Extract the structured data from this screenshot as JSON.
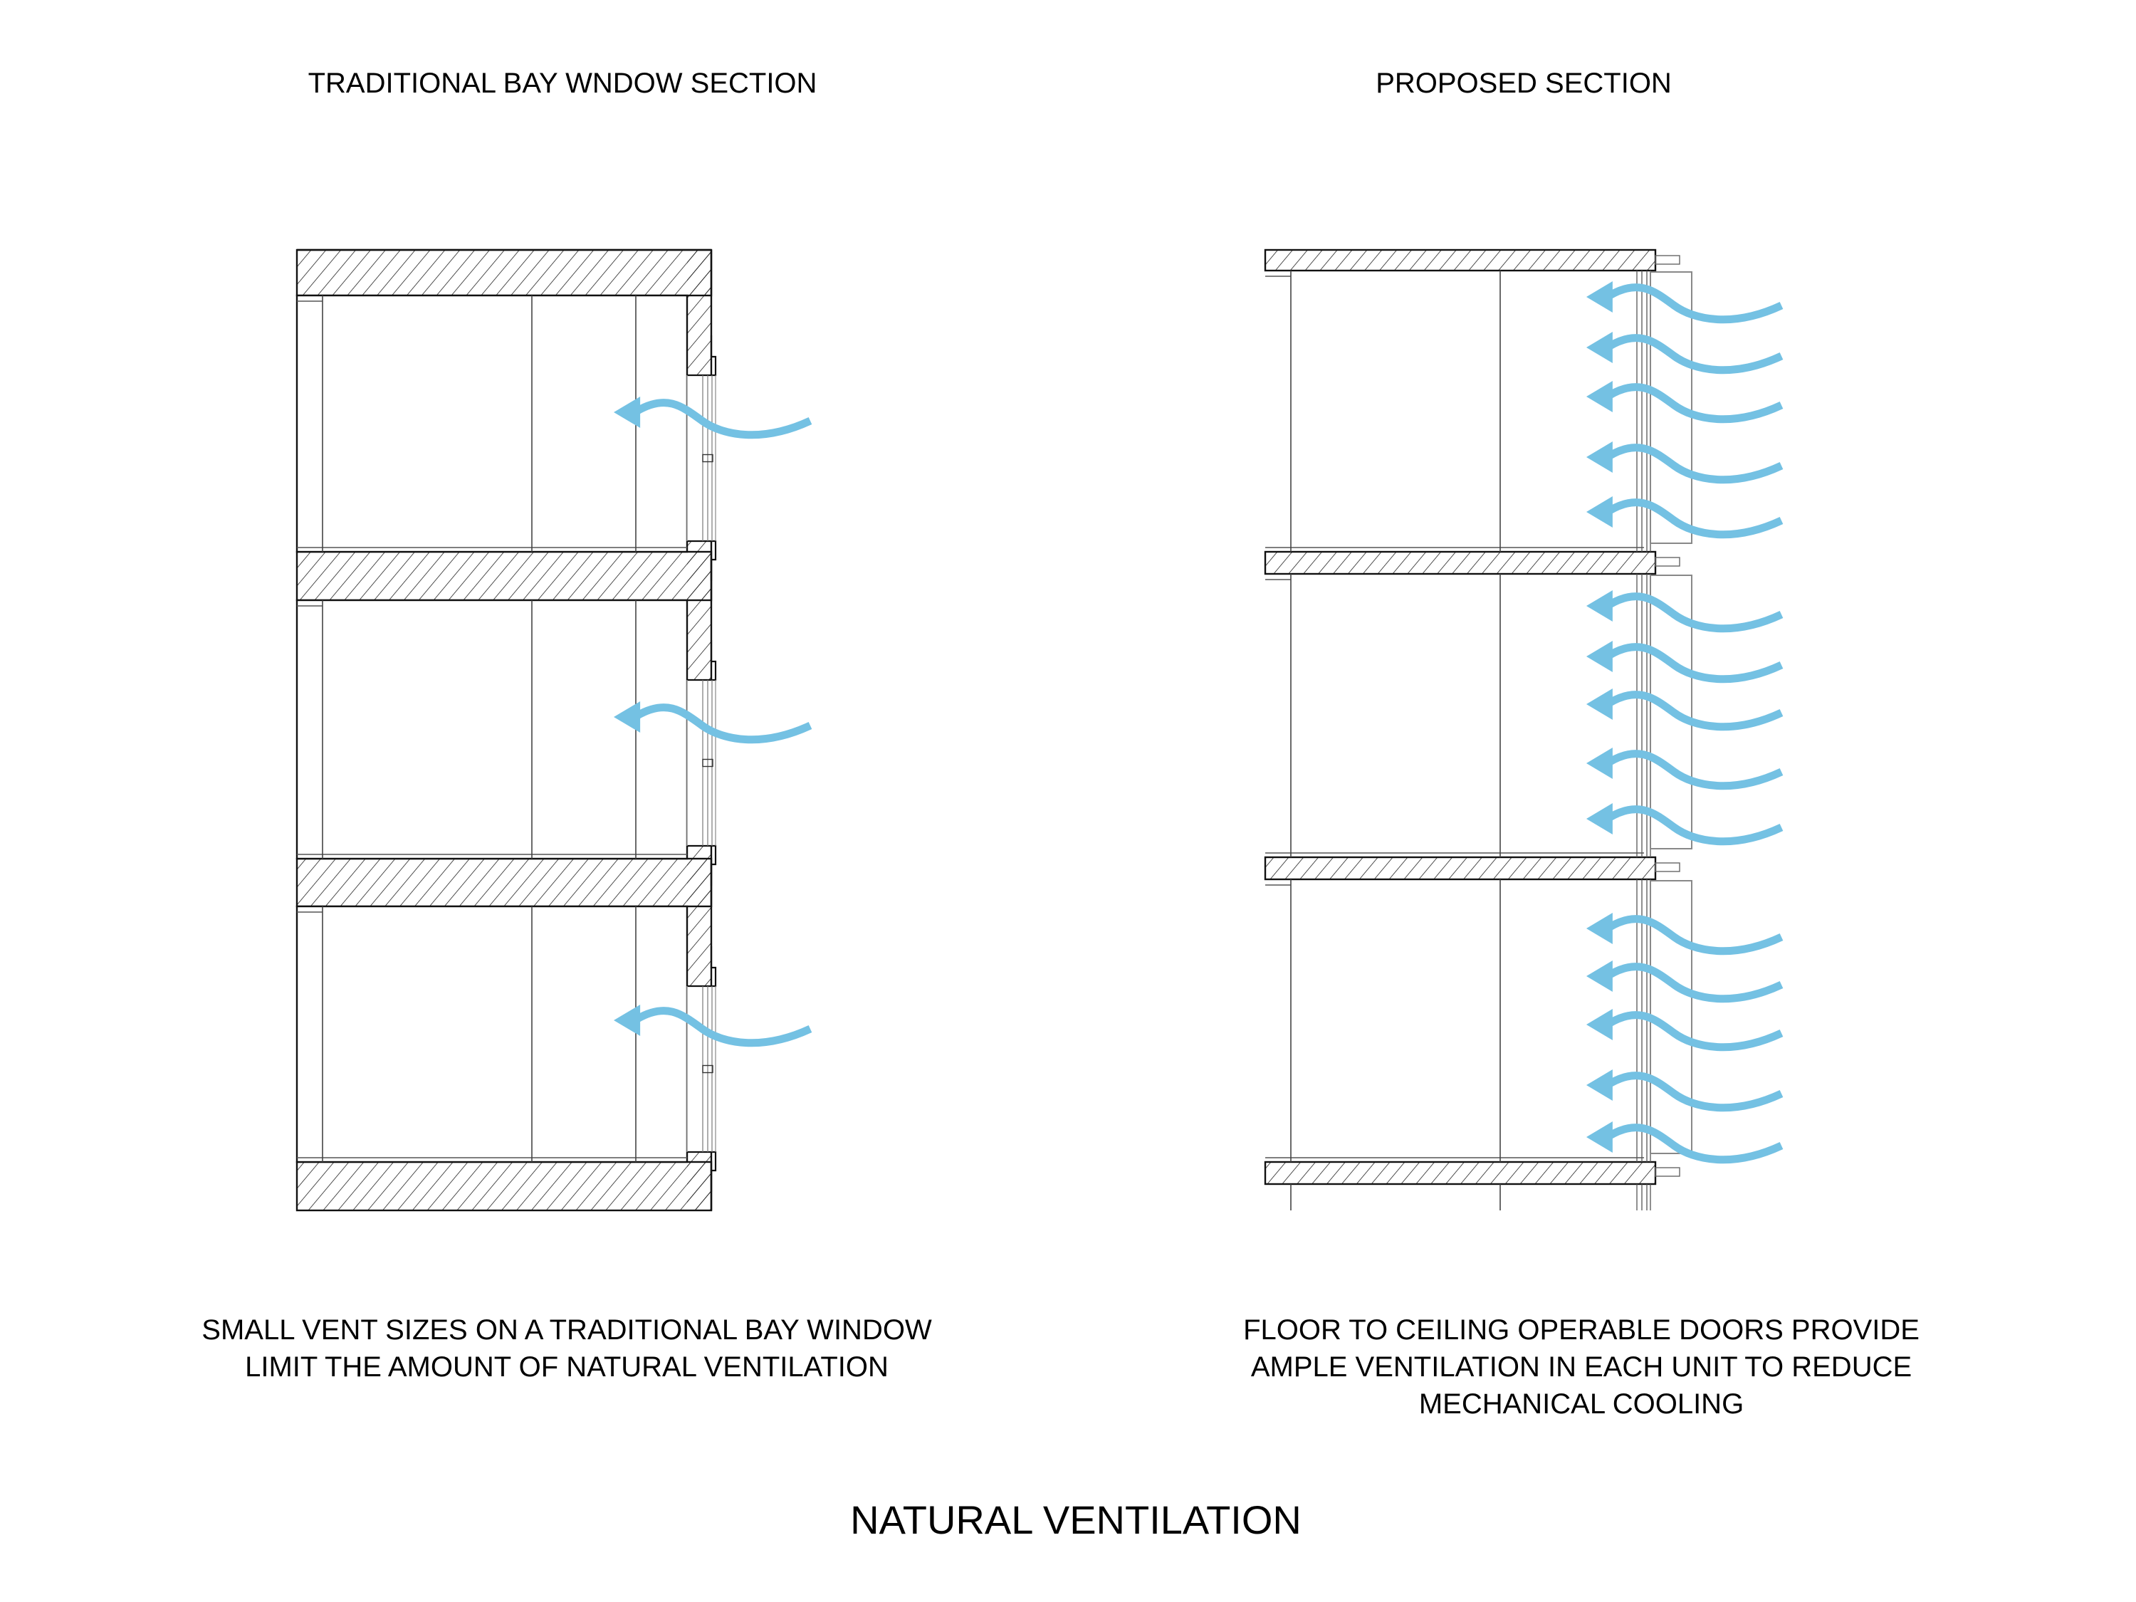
{
  "diagram": {
    "title": "NATURAL VENTILATION",
    "accent_color": "#74c1e3",
    "line_color": "#333333",
    "panels": [
      {
        "id": "traditional",
        "title": "TRADITIONAL BAY WNDOW SECTION",
        "caption_lines": [
          "SMALL VENT SIZES ON A TRADITIONAL BAY WINDOW",
          "LIMIT THE AMOUNT OF NATURAL VENTILATION"
        ],
        "floors": 3,
        "airflow_arrows_per_floor": 1
      },
      {
        "id": "proposed",
        "title": "PROPOSED SECTION",
        "caption_lines": [
          "FLOOR TO CEILING OPERABLE DOORS PROVIDE",
          "AMPLE VENTILATION IN EACH UNIT TO REDUCE",
          "MECHANICAL COOLING"
        ],
        "floors": 3,
        "airflow_arrows_per_floor": 5
      }
    ]
  }
}
